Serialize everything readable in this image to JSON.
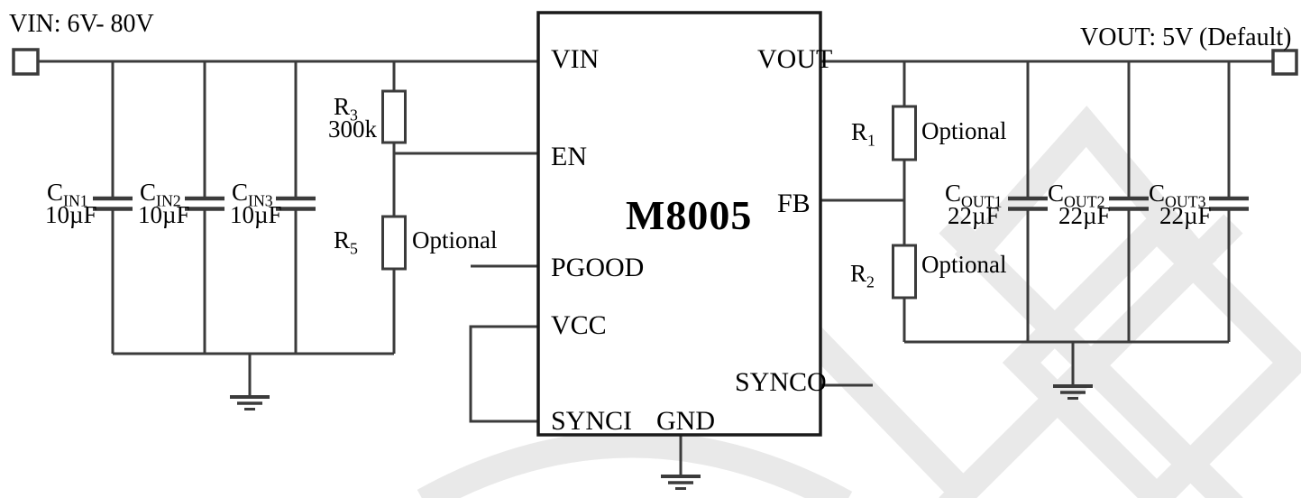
{
  "titles": {
    "input": "VIN: 6V- 80V",
    "output": "VOUT: 5V (Default)"
  },
  "ic": {
    "name": "M8005",
    "pins": {
      "vin": "VIN",
      "en": "EN",
      "pgood": "PGOOD",
      "vcc": "VCC",
      "synci": "SYNCI",
      "vout": "VOUT",
      "fb": "FB",
      "synco": "SYNCO",
      "gnd": "GND"
    }
  },
  "components": {
    "cin1": {
      "ref": "C",
      "sub": "IN1",
      "value": "10µF"
    },
    "cin2": {
      "ref": "C",
      "sub": "IN2",
      "value": "10µF"
    },
    "cin3": {
      "ref": "C",
      "sub": "IN3",
      "value": "10µF"
    },
    "r3": {
      "ref": "R",
      "sub": "3",
      "value": "300k"
    },
    "r5": {
      "ref": "R",
      "sub": "5",
      "note": "Optional"
    },
    "r1": {
      "ref": "R",
      "sub": "1",
      "note": "Optional"
    },
    "r2": {
      "ref": "R",
      "sub": "2",
      "note": "Optional"
    },
    "cout1": {
      "ref": "C",
      "sub": "OUT1",
      "value": "22µF"
    },
    "cout2": {
      "ref": "C",
      "sub": "OUT2",
      "value": "22µF"
    },
    "cout3": {
      "ref": "C",
      "sub": "OUT3",
      "value": "22µF"
    }
  },
  "colors": {
    "wire": "#3b3b3b",
    "text": "#000000",
    "watermark": "#e9e9e9"
  }
}
